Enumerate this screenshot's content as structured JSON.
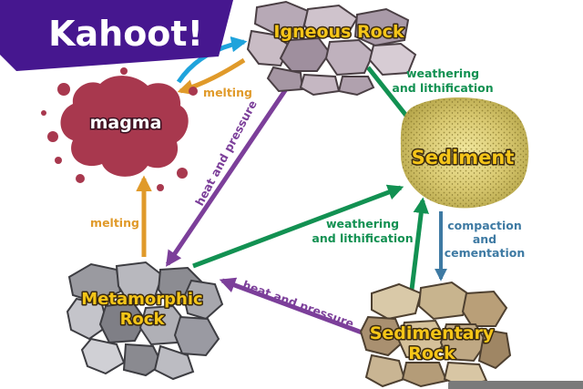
{
  "brand": {
    "logo_text": "Kahoot!",
    "color": "#46178f"
  },
  "colors": {
    "blue": "#1fa3dc",
    "orange": "#e09a2a",
    "purple": "#7c3f9a",
    "green": "#129152",
    "steel": "#3e7aa3",
    "label_fill": "#f5c518",
    "magma": "#a8384e"
  },
  "nodes": {
    "igneous": "Igneous Rock",
    "magma": "magma",
    "sediment": "Sediment",
    "metamorphic_line1": "Metamorphic",
    "metamorphic_line2": "Rock",
    "sedimentary_line1": "Sedimentary",
    "sedimentary_line2": "Rock"
  },
  "edges": {
    "melting_top": "melting",
    "melting_left": "melting",
    "weathering_top_line1": "weathering",
    "weathering_top_line2": "and lithification",
    "weathering_mid_line1": "weathering",
    "weathering_mid_line2": "and lithification",
    "compaction_line1": "compaction",
    "compaction_line2": "and",
    "compaction_line3": "cementation",
    "heat_pressure_diag": "heat and pressure",
    "heat_pressure_bottom": "heat and pressure"
  }
}
